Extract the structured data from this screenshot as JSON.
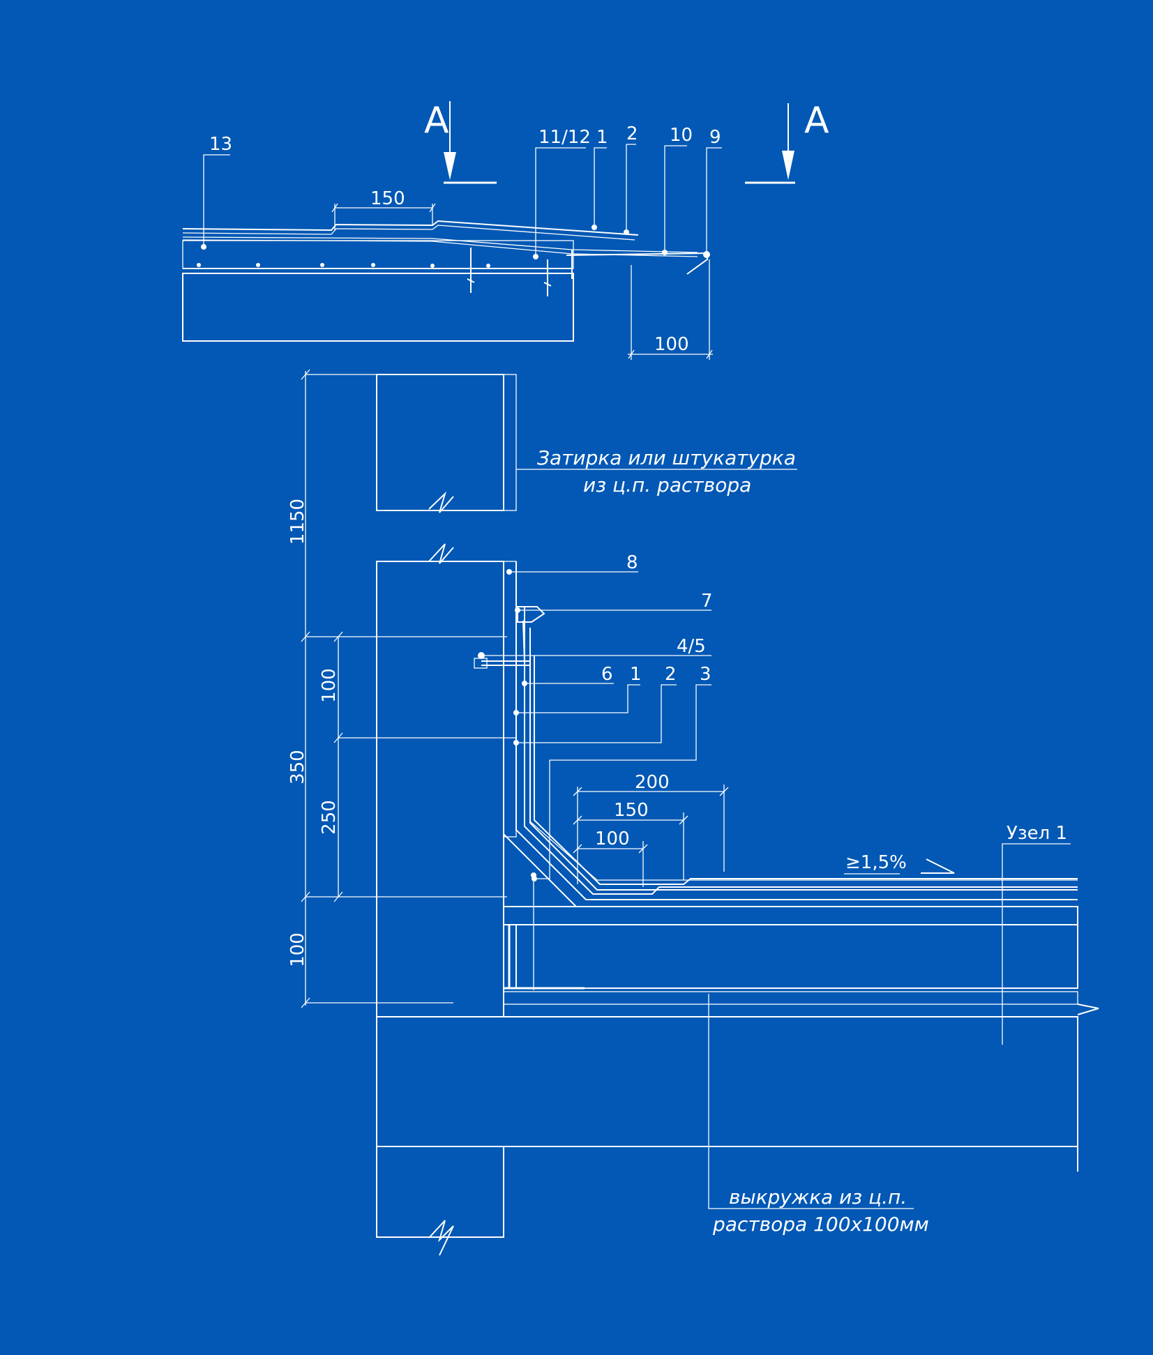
{
  "section": {
    "mark_left": "A",
    "mark_right": "A"
  },
  "top_detail": {
    "callouts": [
      "13",
      "11/12",
      "1",
      "2",
      "10",
      "9"
    ],
    "dim_overlap": "150",
    "dim_overhang": "100"
  },
  "wall_note": {
    "line1": "Затирка или штукатурка",
    "line2": "из ц.п. раствора"
  },
  "main_detail": {
    "callouts": [
      "8",
      "7",
      "4/5",
      "6",
      "1",
      "2",
      "3"
    ],
    "vertical_dims": [
      "1150",
      "350",
      "100",
      "250",
      "100"
    ],
    "horizontal_dims": [
      "200",
      "150",
      "100"
    ],
    "slope": "≥1,5%",
    "node_label": "Узел 1"
  },
  "fillet_note": {
    "line1": "выкружка из ц.п.",
    "line2": "раствора 100х100мм"
  },
  "colors": {
    "background": "#0258b4",
    "lines": "#ffffff"
  }
}
